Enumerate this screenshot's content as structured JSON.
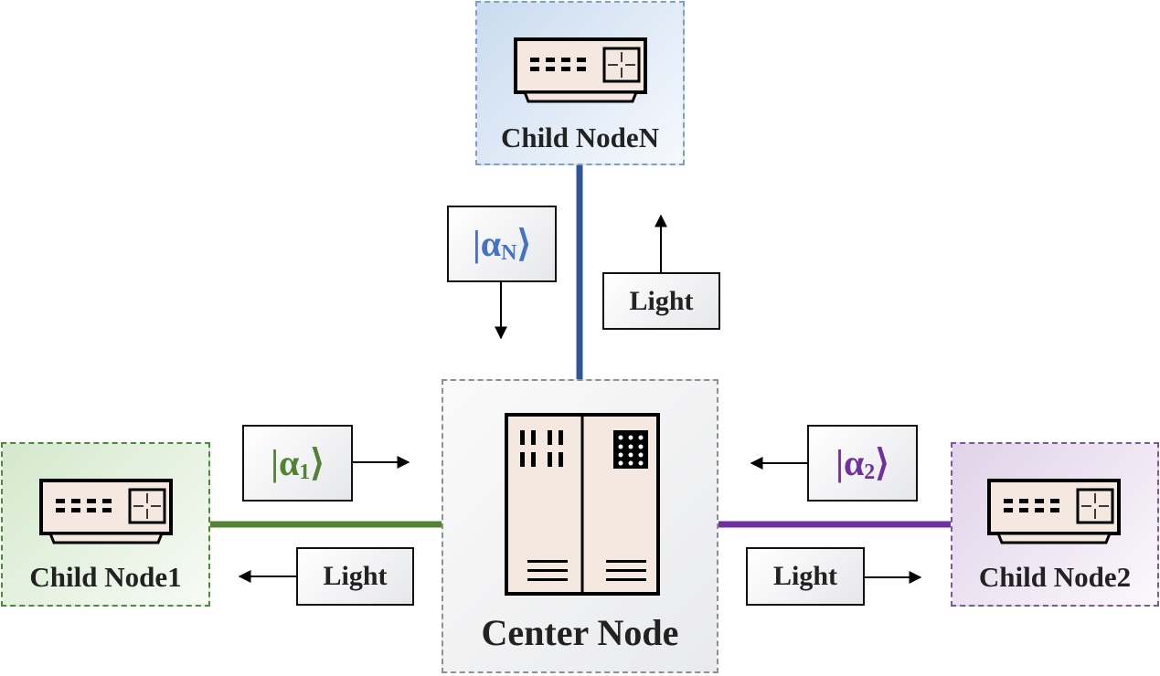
{
  "diagram": {
    "title": "Star quantum network topology",
    "nodes": {
      "center": {
        "label": "Center Node",
        "icon": "server-rack-icon",
        "border_color": "#8e8e96"
      },
      "child_n": {
        "label": "Child NodeN",
        "icon": "network-switch-icon",
        "border_color": "#7a9fd4"
      },
      "child_1": {
        "label": "Child Node1",
        "icon": "network-switch-icon",
        "border_color": "#4a8a3a"
      },
      "child_2": {
        "label": "Child Node2",
        "icon": "network-switch-icon",
        "border_color": "#7a5a96"
      }
    },
    "links": [
      {
        "from": "child_n",
        "to": "center",
        "color": "#2f5597"
      },
      {
        "from": "child_1",
        "to": "center",
        "color": "#548235"
      },
      {
        "from": "child_2",
        "to": "center",
        "color": "#7030a0"
      }
    ],
    "signals": {
      "alpha_n": {
        "ket_open": "|",
        "symbol": "α",
        "subscript": "N",
        "ket_close": "⟩",
        "color": "#4472c4",
        "direction": "down"
      },
      "alpha_1": {
        "ket_open": "|",
        "symbol": "α",
        "subscript": "1",
        "ket_close": "⟩",
        "color": "#548235",
        "direction": "right"
      },
      "alpha_2": {
        "ket_open": "|",
        "symbol": "α",
        "subscript": "2",
        "ket_close": "⟩",
        "color": "#7030a0",
        "direction": "left"
      },
      "light_n": {
        "label": "Light",
        "direction": "up"
      },
      "light_1": {
        "label": "Light",
        "direction": "left"
      },
      "light_2": {
        "label": "Light",
        "direction": "right"
      }
    }
  }
}
